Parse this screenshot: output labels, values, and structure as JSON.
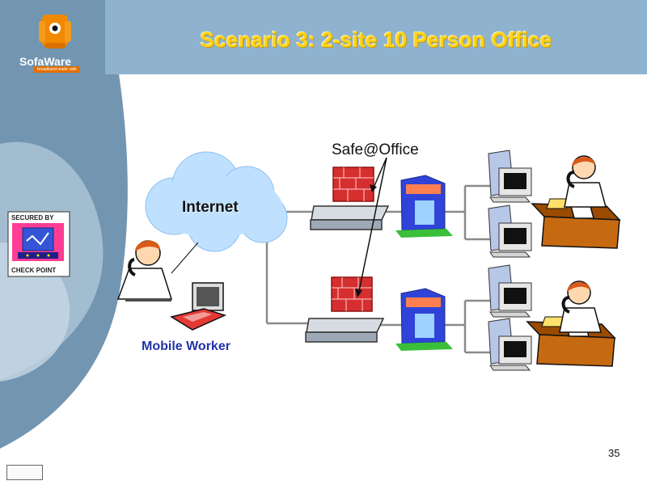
{
  "slide": {
    "title": "Scenario 3: 2-site 10 Person Office",
    "page_number": "35"
  },
  "logo": {
    "name": "SofaWare",
    "tagline": "broadband made safe"
  },
  "badge": {
    "top_text": "SECURED BY",
    "bottom_text": "CHECK POINT"
  },
  "diagram": {
    "cloud_label": "Internet",
    "device_callout": "Safe@Office",
    "mobile_label": "Mobile Worker"
  },
  "colors": {
    "title": "#ffd21a",
    "title_band": "#8fb3cf",
    "mobile_label": "#2233aa",
    "firewall_brick": "#c62828",
    "network_line": "#8a8a8a"
  },
  "icons": [
    "sofaware-logo",
    "check-point-badge",
    "cloud-icon",
    "person-icon",
    "laptop-icon",
    "firewall-icon",
    "router-icon",
    "building-icon",
    "computer-icon",
    "desk-icon",
    "nav-icon"
  ]
}
